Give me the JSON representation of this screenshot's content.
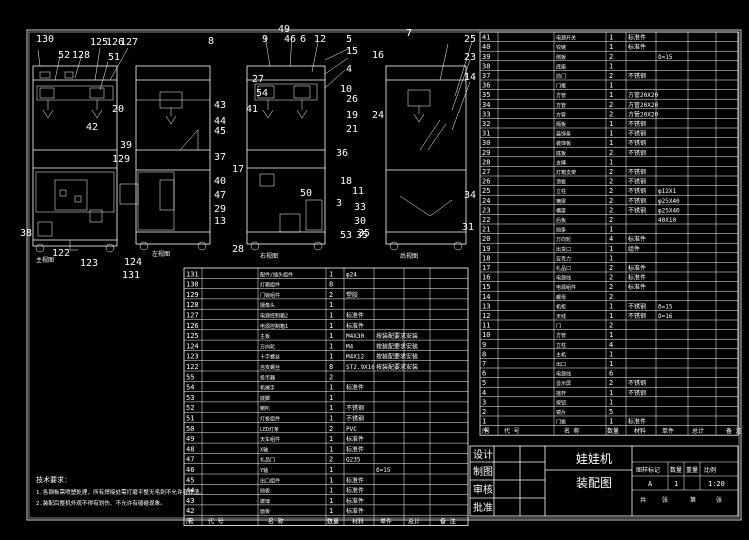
{
  "views": {
    "front_labels": [
      "130",
      "52",
      "128",
      "125",
      "126",
      "127",
      "51",
      "20",
      "42",
      "129",
      "39",
      "122",
      "123",
      "124",
      "131",
      "38"
    ],
    "side1_labels": [
      "8",
      "43",
      "44",
      "45",
      "37",
      "40",
      "47",
      "29",
      "13",
      "7"
    ],
    "side2_labels": [
      "9",
      "49",
      "46",
      "6",
      "12",
      "5",
      "15",
      "16",
      "27",
      "54",
      "41",
      "4",
      "26",
      "10",
      "19",
      "21",
      "11",
      "36",
      "17",
      "18",
      "3",
      "28",
      "53",
      "35",
      "50",
      "31"
    ],
    "back_labels": [
      "7",
      "25",
      "23",
      "14",
      "24",
      "33",
      "30",
      "35",
      "34"
    ]
  },
  "bottom_parts": [
    {
      "no": "131",
      "name": "配件/插头组件",
      "qty": "1",
      "spec": "φ24"
    },
    {
      "no": "130",
      "name": "灯箱组件",
      "qty": "8",
      "spec": ""
    },
    {
      "no": "129",
      "name": "门锁组件",
      "qty": "2",
      "spec": "塑胶"
    },
    {
      "no": "128",
      "name": "摄像头",
      "qty": "1",
      "spec": ""
    },
    {
      "no": "127",
      "name": "电源控制箱2",
      "qty": "1",
      "spec": "标准件"
    },
    {
      "no": "126",
      "name": "电源控制箱1",
      "qty": "1",
      "spec": "标准件"
    },
    {
      "no": "125",
      "name": "主板",
      "qty": "1",
      "spec": "M4X30",
      "note": "按装配要求安装"
    },
    {
      "no": "124",
      "name": "万向轮",
      "qty": "1",
      "spec": "M4",
      "note": "按装配要求安装"
    },
    {
      "no": "123",
      "name": "十字螺丝",
      "qty": "1",
      "spec": "M4X12",
      "note": "按装配要求安装"
    },
    {
      "no": "122",
      "name": "自攻螺丝",
      "qty": "8",
      "spec": "ST2.9X16",
      "note": "按装配要求安装"
    },
    {
      "no": "55",
      "name": "投币器",
      "qty": "2",
      "spec": ""
    },
    {
      "no": "54",
      "name": "机械手",
      "qty": "1",
      "spec": "标准件"
    },
    {
      "no": "53",
      "name": "底脚",
      "qty": "1",
      "spec": ""
    },
    {
      "no": "52",
      "name": "喇叭",
      "qty": "1",
      "spec": "不锈钢"
    },
    {
      "no": "51",
      "name": "灯板组件",
      "qty": "1",
      "spec": "不锈钢"
    },
    {
      "no": "50",
      "name": "LED灯条",
      "qty": "2",
      "spec": "PVC"
    },
    {
      "no": "49",
      "name": "天车组件",
      "qty": "1",
      "spec": "标准件"
    },
    {
      "no": "48",
      "name": "X轴",
      "qty": "1",
      "spec": "标准件"
    },
    {
      "no": "47",
      "name": "礼品门",
      "qty": "2",
      "spec": "Q235"
    },
    {
      "no": "46",
      "name": "Y轴",
      "qty": "1",
      "spec": "",
      "note": "δ=15"
    },
    {
      "no": "45",
      "name": "出口组件",
      "qty": "1",
      "spec": "标准件"
    },
    {
      "no": "44",
      "name": "挡板",
      "qty": "1",
      "spec": "标准件"
    },
    {
      "no": "43",
      "name": "玻璃",
      "qty": "1",
      "spec": "标准件"
    },
    {
      "no": "42",
      "name": "面板",
      "qty": "1",
      "spec": "标准件"
    }
  ],
  "bottom_header": [
    "序",
    "号",
    "代 号",
    "名 称",
    "数量",
    "材料",
    "单件",
    "总计",
    "备 注"
  ],
  "right_parts": [
    {
      "no": "41",
      "name": "电源开关",
      "qty": "1",
      "spec": "标准件"
    },
    {
      "no": "40",
      "name": "铰链",
      "qty": "1",
      "spec": "标准件"
    },
    {
      "no": "39",
      "name": "侧板",
      "qty": "2",
      "spec": "",
      "note": "δ=15"
    },
    {
      "no": "38",
      "name": "底座",
      "qty": "1",
      "spec": ""
    },
    {
      "no": "37",
      "name": "前门",
      "qty": "2",
      "spec": "不锈钢"
    },
    {
      "no": "36",
      "name": "门框",
      "qty": "1",
      "spec": ""
    },
    {
      "no": "35",
      "name": "方管",
      "qty": "1",
      "spec": "方管20X20"
    },
    {
      "no": "34",
      "name": "方管",
      "qty": "2",
      "spec": "方管20X20"
    },
    {
      "no": "33",
      "name": "方管",
      "qty": "2",
      "spec": "方管20X20"
    },
    {
      "no": "32",
      "name": "隔板",
      "qty": "1",
      "spec": "不锈钢"
    },
    {
      "no": "31",
      "name": "装饰条",
      "qty": "1",
      "spec": "不锈钢"
    },
    {
      "no": "30",
      "name": "装饰板",
      "qty": "1",
      "spec": "不锈钢"
    },
    {
      "no": "29",
      "name": "底板",
      "qty": "2",
      "spec": "不锈钢"
    },
    {
      "no": "28",
      "name": "支撑",
      "qty": "1",
      "spec": ""
    },
    {
      "no": "27",
      "name": "灯箱支架",
      "qty": "2",
      "spec": "不锈钢"
    },
    {
      "no": "26",
      "name": "顶板",
      "qty": "2",
      "spec": "不锈钢"
    },
    {
      "no": "25",
      "name": "立柱",
      "qty": "2",
      "spec": "不锈钢",
      "note": "φ12X1"
    },
    {
      "no": "24",
      "name": "横梁",
      "qty": "2",
      "spec": "不锈钢",
      "note": "φ25X40"
    },
    {
      "no": "23",
      "name": "横梁",
      "qty": "2",
      "spec": "不锈钢",
      "note": "φ25X40"
    },
    {
      "no": "22",
      "name": "后板",
      "qty": "2",
      "spec": "",
      "note": "40X10"
    },
    {
      "no": "21",
      "name": "挡条",
      "qty": "1",
      "spec": ""
    },
    {
      "no": "20",
      "name": "万向轮",
      "qty": "4",
      "spec": "标准件"
    },
    {
      "no": "19",
      "name": "出货口",
      "qty": "1",
      "spec": "组件"
    },
    {
      "no": "18",
      "name": "亚克力",
      "qty": "1",
      "spec": ""
    },
    {
      "no": "17",
      "name": "礼品口",
      "qty": "2",
      "spec": "标准件"
    },
    {
      "no": "16",
      "name": "电源线",
      "qty": "2",
      "spec": "标准件"
    },
    {
      "no": "15",
      "name": "电源组件",
      "qty": "2",
      "spec": "标准件"
    },
    {
      "no": "14",
      "name": "螺母",
      "qty": "2",
      "spec": ""
    },
    {
      "no": "13",
      "name": "机柜",
      "qty": "1",
      "spec": "不锈钢",
      "note": "δ=15"
    },
    {
      "no": "12",
      "name": "天线",
      "qty": "1",
      "spec": "不锈钢",
      "note": "δ=16"
    },
    {
      "no": "11",
      "name": "门",
      "qty": "2",
      "spec": ""
    },
    {
      "no": "10",
      "name": "方管",
      "qty": "1",
      "spec": ""
    },
    {
      "no": "9",
      "name": "立柱",
      "qty": "4",
      "spec": ""
    },
    {
      "no": "8",
      "name": "主机",
      "qty": "1",
      "spec": ""
    },
    {
      "no": "7",
      "name": "出口",
      "qty": "1",
      "spec": ""
    },
    {
      "no": "6",
      "name": "电源线",
      "qty": "6",
      "spec": ""
    },
    {
      "no": "5",
      "name": "显示屏",
      "qty": "2",
      "spec": "不锈钢"
    },
    {
      "no": "4",
      "name": "摇杆",
      "qty": "1",
      "spec": "不锈钢"
    },
    {
      "no": "3",
      "name": "按钮",
      "qty": "1",
      "spec": ""
    },
    {
      "no": "2",
      "name": "镜片",
      "qty": "5",
      "spec": ""
    },
    {
      "no": "1",
      "name": "门板",
      "qty": "1",
      "spec": "标准件"
    }
  ],
  "right_header": [
    "序",
    "号",
    "代 号",
    "名 称",
    "数量",
    "材料",
    "单件",
    "总计",
    "备 注"
  ],
  "title_block": {
    "design": "设计",
    "draw": "制图",
    "review": "审核",
    "approve": "批准",
    "product": "娃娃机",
    "drawing": "装配图",
    "cols": [
      "图样标记",
      "数量",
      "重量",
      "比例"
    ],
    "mark": "A",
    "qty": "1",
    "scale": "1:20",
    "sheet": [
      "共",
      "张",
      "第",
      "张"
    ]
  },
  "notes": {
    "heading": "技术要求：",
    "lines": [
      "1.各钢板需喷塑处理，所有焊接处需打磨平整无毛刺不允许有焊渣。",
      "2.装配后整机外观不得有划伤、不允许有磕碰现象。"
    ]
  },
  "view_captions": [
    "主视图",
    "左视图",
    "右视图",
    "后视图"
  ]
}
